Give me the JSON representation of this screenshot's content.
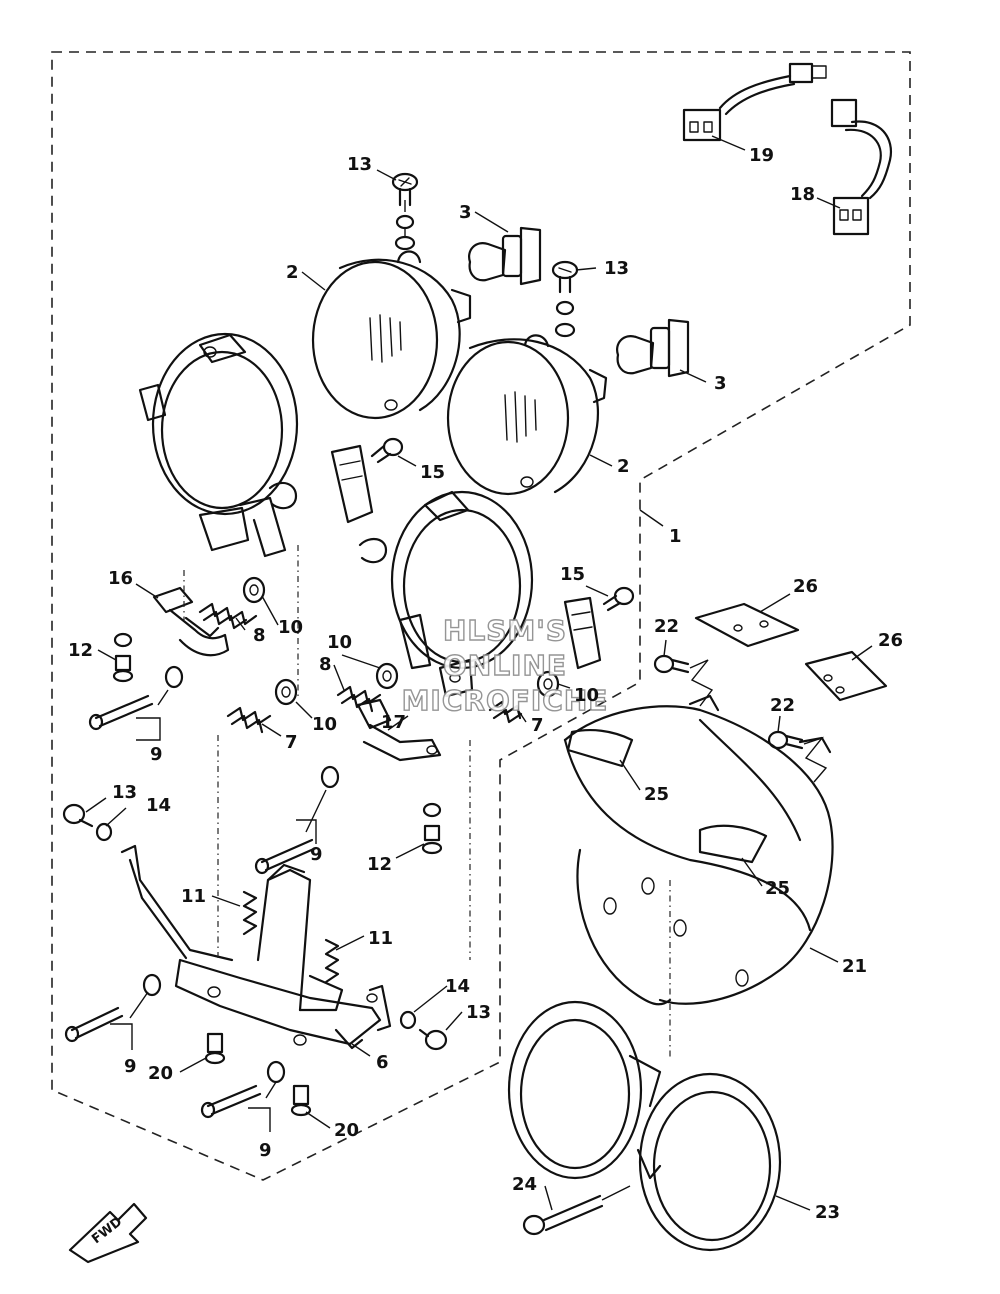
{
  "watermark": {
    "line1": "HLSM'S",
    "line2": "ONLINE",
    "line3": "MICROFICHE"
  },
  "direction_marker": "FWD",
  "callouts": {
    "c1": "1",
    "c2a": "2",
    "c2b": "2",
    "c3a": "3",
    "c3b": "3",
    "c6": "6",
    "c7a": "7",
    "c7b": "7",
    "c8a": "8",
    "c8b": "8",
    "c9a": "9",
    "c9b": "9",
    "c9c": "9",
    "c9d": "9",
    "c10a": "10",
    "c10b": "10",
    "c10c": "10",
    "c10d": "10",
    "c11a": "11",
    "c11b": "11",
    "c12a": "12",
    "c12b": "12",
    "c13a": "13",
    "c13b": "13",
    "c13c": "13",
    "c13d": "13",
    "c14a": "14",
    "c14b": "14",
    "c15a": "15",
    "c15b": "15",
    "c16": "16",
    "c17": "17",
    "c18": "18",
    "c19": "19",
    "c20a": "20",
    "c20b": "20",
    "c21": "21",
    "c22a": "22",
    "c22b": "22",
    "c23": "23",
    "c24": "24",
    "c25a": "25",
    "c25b": "25",
    "c26a": "26",
    "c26b": "26"
  }
}
